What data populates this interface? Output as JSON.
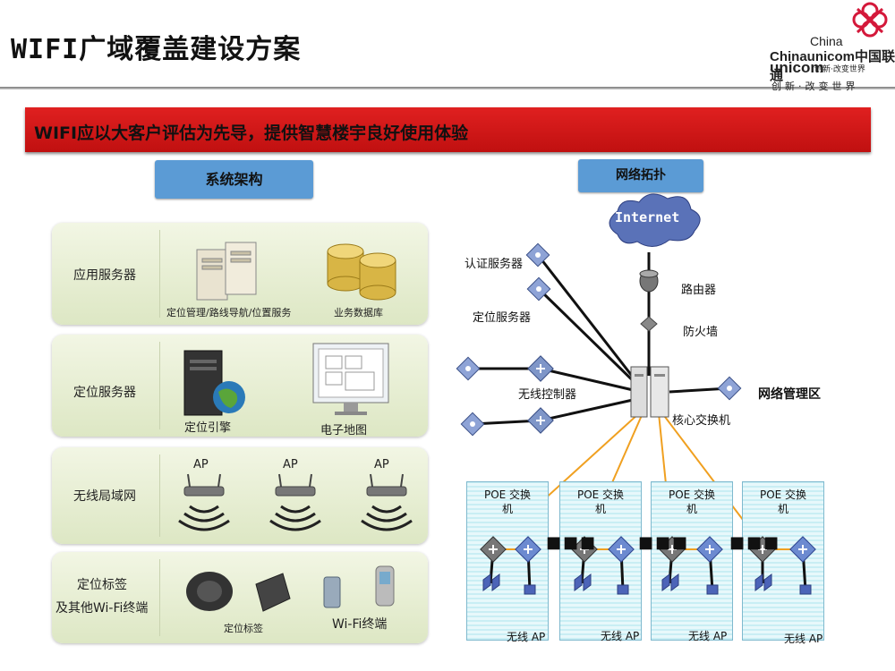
{
  "slide": {
    "title": "WIFI广域覆盖建设方案",
    "banner": "WIFI应以大客户评估为先导，提供智慧楼宇良好使用体验",
    "logo": {
      "china": "China",
      "chinaunicom": "Chinaunicom中国联通",
      "unicom": "unicom",
      "small": "创新·改变世界",
      "slogan": "创新·改变世界"
    }
  },
  "architecture": {
    "tag": "系统架构",
    "layers": [
      {
        "label": "应用服务器",
        "captions": [
          "定位管理/路线导航/位置服务",
          "业务数据库"
        ]
      },
      {
        "label": "定位服务器",
        "captions": [
          "定位引擎",
          "电子地图"
        ]
      },
      {
        "label": "无线局域网",
        "captions": [
          "AP",
          "AP",
          "AP"
        ]
      },
      {
        "label_line1": "定位标签",
        "label_line2": "及其他Wi-Fi终端",
        "captions": [
          "定位标签",
          "Wi-Fi终端"
        ]
      }
    ]
  },
  "topology": {
    "tag": "网络拓扑",
    "internet": "Internet",
    "router": "路由器",
    "firewall": "防火墙",
    "auth_server": "认证服务器",
    "loc_server": "定位服务器",
    "wireless_controller": "无线控制器",
    "core_switch": "核心交换机",
    "net_mgmt": "网络管理区",
    "poe": [
      "POE 交换",
      "机"
    ],
    "wireless_ap": "无线 AP"
  },
  "colors": {
    "banner": "#d81a1a",
    "tag": "#5b9bd5",
    "fiber": "#f0a020",
    "poe_fill": "#c9eef4"
  }
}
